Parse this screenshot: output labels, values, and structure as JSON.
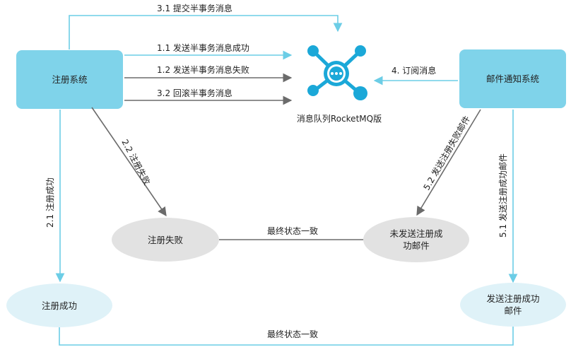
{
  "nodes": {
    "registration_system": "注册系统",
    "mail_system": "邮件通知系统",
    "mq_label": "消息队列RocketMQ版",
    "register_failed": "注册失败",
    "mail_not_sent_line1": "未发送注册成",
    "mail_not_sent_line2": "功邮件",
    "register_success": "注册成功",
    "mail_sent_line1": "发送注册成功",
    "mail_sent_line2": "邮件"
  },
  "edges": {
    "commit_half": "3.1 提交半事务消息",
    "send_half_success": "1.1 发送半事务消息成功",
    "send_half_fail": "1.2 发送半事务消息失败",
    "rollback_half": "3.2 回滚半事务消息",
    "subscribe": "4. 订阅消息",
    "register_fail_edge": "2.2 注册失败",
    "register_success_edge": "2.1 注册成功",
    "send_fail_mail": "5.2 发送注册失败邮件",
    "send_success_mail": "5.1 发送注册成功邮件",
    "final_consistent_top": "最终状态一致",
    "final_consistent_bottom": "最终状态一致"
  },
  "colors": {
    "system_box": "#7fd3ea",
    "mq_icon": "#1ba8d8",
    "gray_node": "#e2e2e2",
    "light_node": "#dff2f8",
    "blue_line": "#6ccde6",
    "gray_line": "#6b6b6b"
  },
  "icons": [
    "rocketmq-hub-icon"
  ]
}
